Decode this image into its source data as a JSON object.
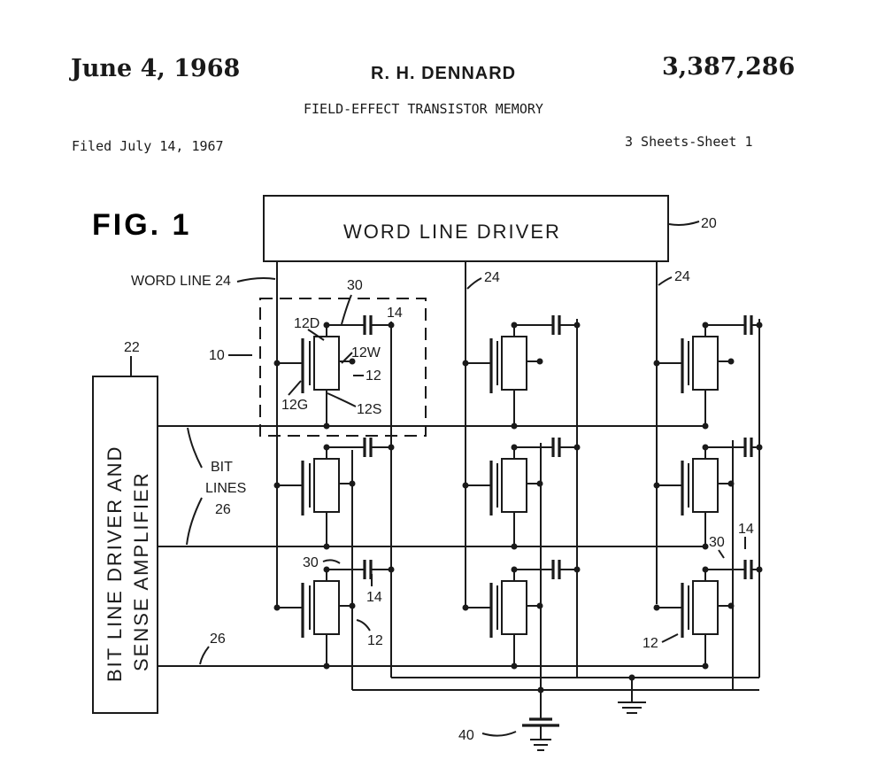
{
  "header": {
    "date": "June 4, 1968",
    "inventor": "R. H. DENNARD",
    "patent_number": "3,387,286",
    "title": "FIELD-EFFECT TRANSISTOR MEMORY",
    "filed": "Filed July 14, 1967",
    "sheets": "3 Sheets-Sheet 1"
  },
  "figure": {
    "label": "FIG. 1",
    "word_line_driver": {
      "text": "WORD LINE DRIVER",
      "ref": "20"
    },
    "bit_line_block": {
      "line1": "BIT LINE DRIVER AND",
      "line2": "SENSE AMPLIFIER",
      "ref": "22"
    },
    "word_line_label": "WORD LINE 24",
    "ref_24": "24",
    "ref_10": "10",
    "ref_30": "30",
    "ref_14": "14",
    "ref_12": "12",
    "ref_12D": "12D",
    "ref_12W": "12W",
    "ref_12G": "12G",
    "ref_12S": "12S",
    "bit_lines_line1": "BIT",
    "bit_lines_line2": "LINES",
    "ref_26": "26",
    "ref_40": "40"
  }
}
